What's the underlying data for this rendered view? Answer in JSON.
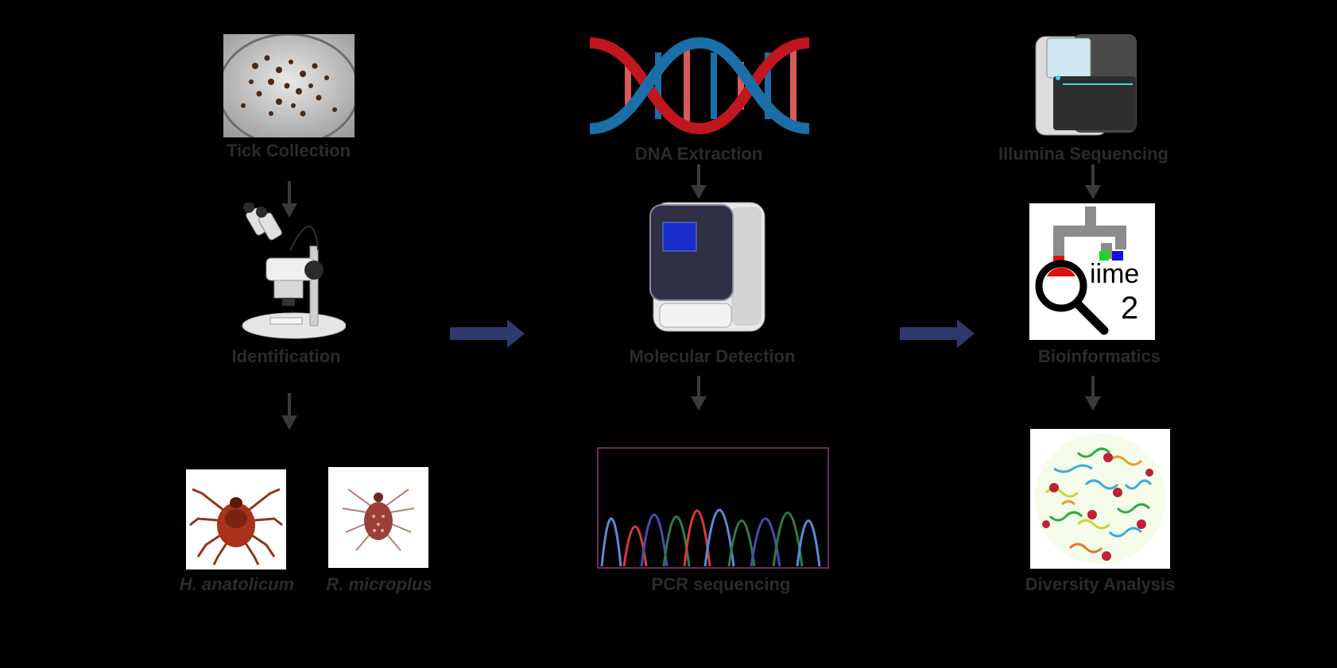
{
  "steps": {
    "tick_collection": "Tick Collection",
    "identification": "Identification",
    "species_1": "H. anatolicum",
    "species_2": "R. microplus",
    "dna_extraction": "DNA Extraction",
    "molecular_detection": "Molecular Detection",
    "pcr_sequencing": "PCR sequencing",
    "illumina_sequencing": "Illumina Sequencing",
    "bioinformatics": "Bioinformatics",
    "diversity_analysis": "Diversity Analysis"
  },
  "logo": {
    "qiime_text": "iime",
    "qiime_number": "2"
  },
  "colors": {
    "background": "#000000",
    "label": "#2b2b2b",
    "flow_arrow": "#2e3a6e",
    "step_arrow": "#3a3a3a",
    "dna_red": "#c0161f",
    "dna_blue": "#1a6fa8"
  }
}
